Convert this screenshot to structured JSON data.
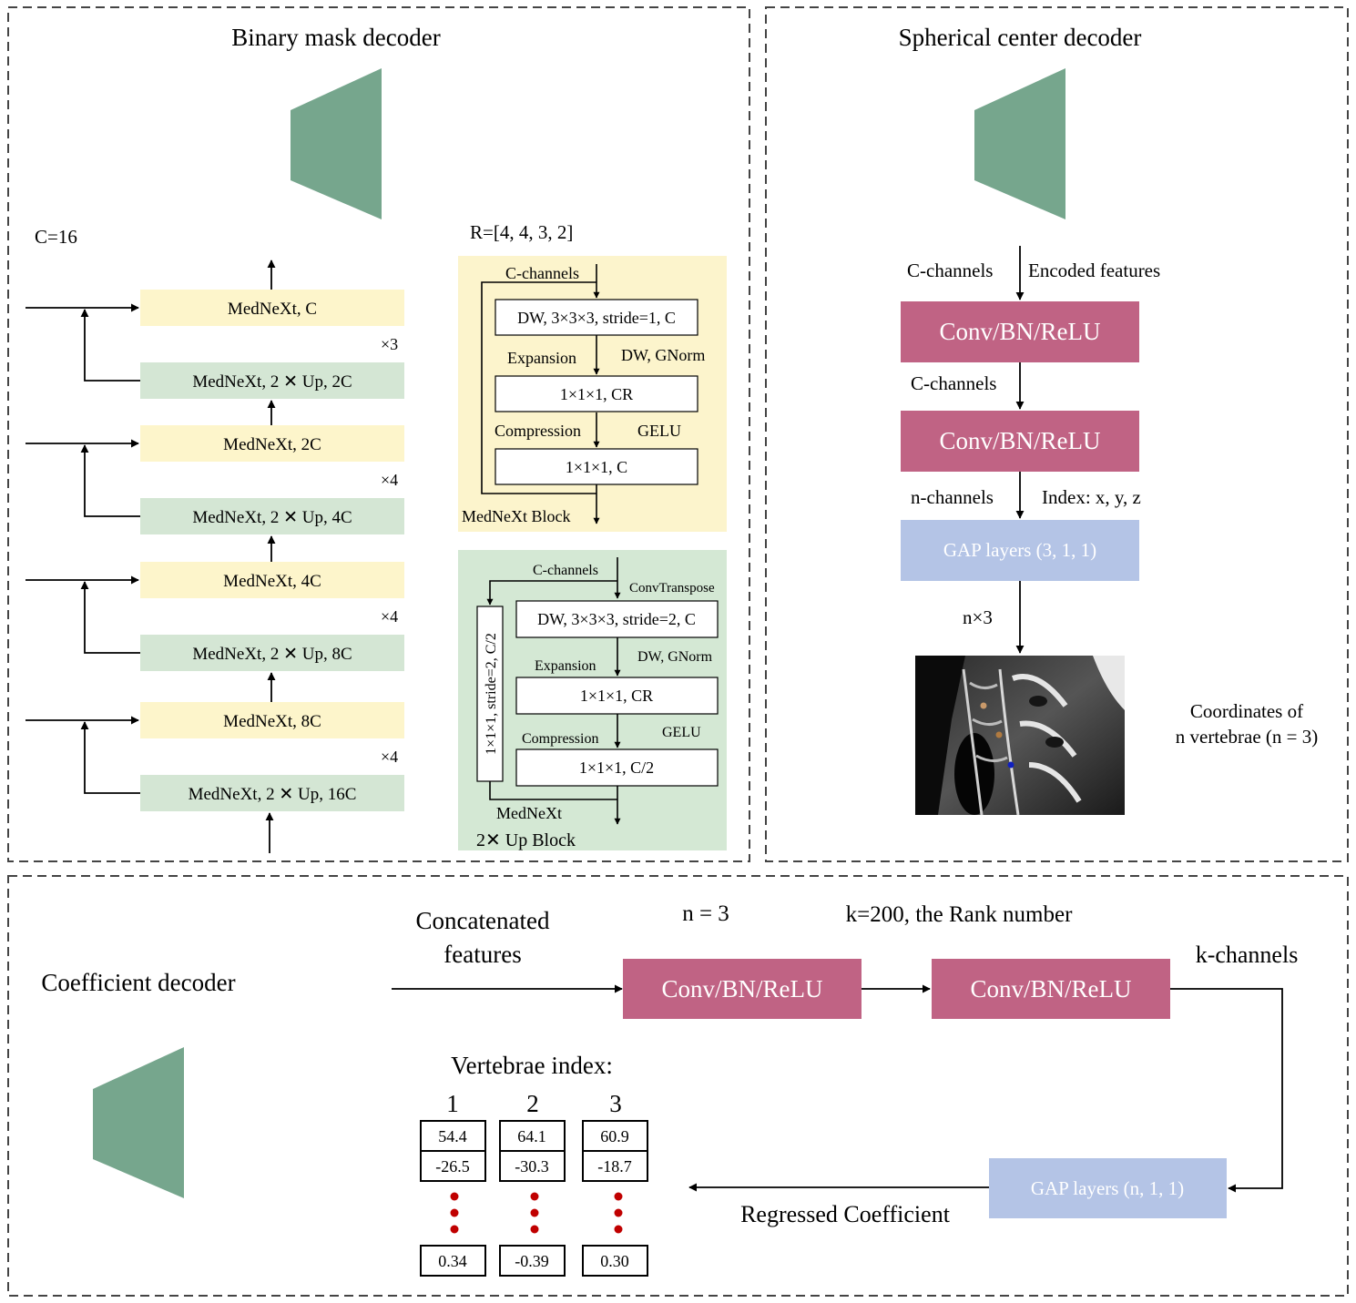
{
  "colors": {
    "trapezoid": "#76a68d",
    "yellow_block": "#fdf5cb",
    "green_block": "#d4e6d4",
    "yellow_panel": "#fcf4cc",
    "green_panel": "#d4e8d4",
    "conv": "#c06384",
    "gap": "#b4c4e6",
    "red_dot": "#c00000",
    "border": "#444444"
  },
  "binary": {
    "title": "Binary mask decoder",
    "c_label": "C=16",
    "r_label": "R=[4, 4, 3, 2]",
    "blocks": [
      {
        "label": "MedNeXt, C"
      },
      {
        "label": "MedNeXt, 2 ✕ Up, 2C"
      },
      {
        "label": "MedNeXt, 2C"
      },
      {
        "label": "MedNeXt, 2 ✕ Up, 4C"
      },
      {
        "label": "MedNeXt, 4C"
      },
      {
        "label": "MedNeXt, 2 ✕ Up, 8C"
      },
      {
        "label": "MedNeXt, 8C"
      },
      {
        "label": "MedNeXt, 2 ✕ Up, 16C"
      }
    ],
    "repeats": [
      "×3",
      "×4",
      "×4",
      "×4"
    ],
    "mednext_block": {
      "in_label": "C-channels",
      "box1": "DW, 3×3×3, stride=1, C",
      "expansion": "Expansion",
      "dw_gnorm": "DW, GNorm",
      "box2": "1×1×1, CR",
      "compression": "Compression",
      "gelu": "GELU",
      "box3": "1×1×1, C",
      "name": "MedNeXt Block"
    },
    "up_block": {
      "in_label": "C-channels",
      "conv_transpose": "ConvTranspose",
      "side_box": "1×1×1, stride=2, C/2",
      "box1": "DW, 3×3×3, stride=2, C",
      "expansion": "Expansion",
      "dw_gnorm": "DW, GNorm",
      "box2": "1×1×1, CR",
      "compression": "Compression",
      "gelu": "GELU",
      "box3": "1×1×1, C/2",
      "name1": "MedNeXt",
      "name2": "2✕ Up Block"
    }
  },
  "spherical": {
    "title": "Spherical center decoder",
    "c_channels_1": "C-channels",
    "encoded": "Encoded features",
    "conv1": "Conv/BN/ReLU",
    "c_channels_2": "C-channels",
    "conv2": "Conv/BN/ReLU",
    "n_channels": "n-channels",
    "index": "Index: x, y, z",
    "gap": "GAP layers (3, 1, 1)",
    "n3": "n×3",
    "coord_line1": "Coordinates of",
    "coord_line2": "n vertebrae (n = 3)"
  },
  "coefficient": {
    "title": "Coefficient decoder",
    "concat_line1": "Concatenated",
    "concat_line2": "features",
    "n_label": "n = 3",
    "k_label": "k=200, the Rank number",
    "conv1": "Conv/BN/ReLU",
    "conv2": "Conv/BN/ReLU",
    "k_channels": "k-channels",
    "gap": "GAP layers (n, 1, 1)",
    "regressed": "Regressed Coefficient",
    "vertebrae_index": "Vertebrae index:",
    "columns": [
      {
        "index": "1",
        "v1": "54.4",
        "v2": "-26.5",
        "last": "0.34"
      },
      {
        "index": "2",
        "v1": "64.1",
        "v2": "-30.3",
        "last": "-0.39"
      },
      {
        "index": "3",
        "v1": "60.9",
        "v2": "-18.7",
        "last": "0.30"
      }
    ]
  }
}
